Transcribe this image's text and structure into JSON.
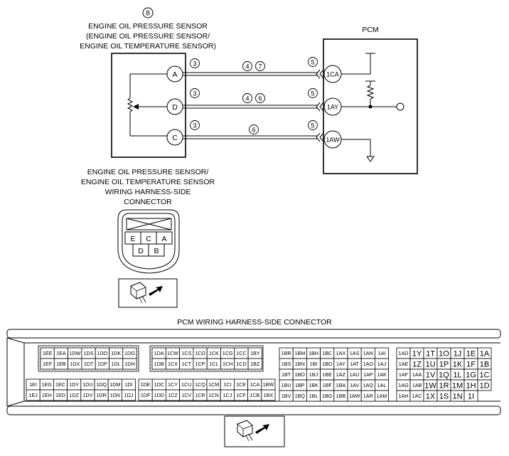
{
  "sensor": {
    "ref_number": "8",
    "title_lines": [
      "ENGINE OIL PRESSURE SENSOR",
      "(ENGINE OIL PRESSURE SENSOR/",
      "ENGINE OIL TEMPERATURE SENSOR)"
    ],
    "terminals": [
      "A",
      "D",
      "C"
    ],
    "terminal_notes": [
      "3",
      "3",
      "3"
    ]
  },
  "pcm": {
    "title": "PCM",
    "terminals": [
      "1CA",
      "1AY",
      "1AW"
    ],
    "terminal_notes": [
      "5",
      "5",
      "5"
    ]
  },
  "wires": [
    {
      "notes": [
        "4",
        "7"
      ]
    },
    {
      "notes": [
        "4",
        "6"
      ]
    },
    {
      "notes": [
        "6"
      ]
    }
  ],
  "sensor_connector": {
    "title_lines": [
      "ENGINE OIL PRESSURE SENSOR/",
      "ENGINE OIL TEMPERATURE SENSOR",
      "WIRING HARNESS-SIDE",
      "CONNECTOR"
    ],
    "row1": [
      "E",
      "C",
      "A"
    ],
    "row2": [
      "D",
      "B"
    ]
  },
  "pcm_connector": {
    "title": "PCM WIRING HARNESS-SIDE CONNECTOR",
    "block1": [
      [
        "1EE",
        "1EA",
        "1DW",
        "1DS",
        "1DO",
        "1DK",
        "1DG"
      ],
      [
        "1EF",
        "1EB",
        "1DX",
        "1DT",
        "1DP",
        "1DL",
        "1DH"
      ]
    ],
    "block2": [
      [
        "1DA",
        "1CW",
        "1CS",
        "1CO",
        "1CK",
        "1CG",
        "1CC",
        "1BY"
      ],
      [
        "1DB",
        "1CX",
        "1CT",
        "1CP",
        "1CL",
        "1CH",
        "1CD",
        "1BZ"
      ]
    ],
    "block3": [
      [
        "1EI",
        "1EG",
        "1EC",
        "1DY",
        "1DU",
        "1DQ",
        "1DM",
        "1DI"
      ],
      [
        "1EJ",
        "1EH",
        "1ED",
        "1DZ",
        "1DV",
        "1DR",
        "1DN",
        "1DJ"
      ]
    ],
    "block4": [
      [
        "1DE",
        "1DC",
        "1CY",
        "1CU",
        "1CQ",
        "1CM",
        "1CI",
        "1CE",
        "1CA",
        "1BW"
      ],
      [
        "1DF",
        "1DD",
        "1CZ",
        "1CV",
        "1CR",
        "1CN",
        "1CJ",
        "1CF",
        "1CB",
        "1BX"
      ]
    ],
    "block5": [
      [
        "1BR",
        "1BM",
        "1BH",
        "1BC",
        "1AX",
        "1AS",
        "1AN",
        "1AI"
      ],
      [
        "1BS",
        "1BN",
        "1BI",
        "1BD",
        "1AY",
        "1AT",
        "1AO",
        "1AJ"
      ],
      [
        "1BT",
        "1BO",
        "1BJ",
        "1BE",
        "1AZ",
        "1AU",
        "1AP",
        "1AK"
      ],
      [
        "1BU",
        "1BP",
        "1BK",
        "1BF",
        "1BA",
        "1AV",
        "1AQ",
        "1AL"
      ],
      [
        "1BV",
        "1BQ",
        "1BL",
        "1BG",
        "1BB",
        "1AW",
        "1AR",
        "1AM"
      ]
    ],
    "block6": [
      [
        "1AD",
        "1Y",
        "1T",
        "1O",
        "1J",
        "1E",
        "1A"
      ],
      [
        "1AE",
        "1Z",
        "1U",
        "1P",
        "1K",
        "1F",
        "1B"
      ],
      [
        "1AF",
        "1AA",
        "1V",
        "1Q",
        "1L",
        "1G",
        "1C"
      ],
      [
        "1AG",
        "1AB",
        "1W",
        "1R",
        "1M",
        "1H",
        "1D"
      ],
      [
        "1AH",
        "1AC",
        "1X",
        "1S",
        "1N",
        "1I",
        ""
      ]
    ]
  }
}
